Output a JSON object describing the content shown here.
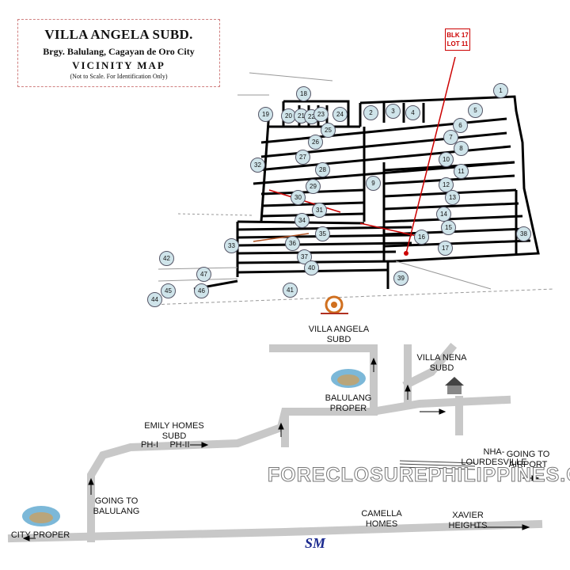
{
  "title": {
    "name": "VILLA ANGELA SUBD.",
    "address": "Brgy. Balulang, Cagayan de Oro City",
    "map_type": "VICINITY MAP",
    "note": "(Not to Scale. For Identification Only)"
  },
  "lot_tag": {
    "block": "BLK 17",
    "lot": "LOT 11"
  },
  "block_numbers": [
    "1",
    "2",
    "3",
    "4",
    "5",
    "6",
    "7",
    "8",
    "9",
    "10",
    "11",
    "12",
    "13",
    "14",
    "15",
    "16",
    "17",
    "18",
    "19",
    "20",
    "21",
    "22",
    "23",
    "24",
    "25",
    "26",
    "27",
    "28",
    "29",
    "30",
    "31",
    "32",
    "33",
    "34",
    "35",
    "36",
    "37",
    "38",
    "39",
    "40",
    "41",
    "42",
    "44",
    "45",
    "46",
    "47"
  ],
  "place_labels": {
    "villa_angela": "VILLA ANGELA\nSUBD",
    "villa_nena": "VILLA NENA\nSUBD",
    "balulang_proper": "BALULANG\nPROPER",
    "emily_homes": "EMILY HOMES\nSUBD",
    "ph1": "PH-I",
    "ph2": "PH-II",
    "nha": "NHA-\nLOURDESVILLE",
    "airport": "GOING TO\nAIRPORT",
    "going_balulang": "GOING TO\nBALULANG",
    "city_proper": "CITY PROPER",
    "camella": "CAMELLA\nHOMES",
    "xavier": "XAVIER\nHEIGHTS"
  },
  "watermark": "FORECLOSUREPHILIPPINES.COM",
  "sm_logo": "SM",
  "colors": {
    "road": "#c8c8c8",
    "lot_lines": "#000000",
    "marker": "#cc0000",
    "circle_fill": "#cfe4ea"
  }
}
